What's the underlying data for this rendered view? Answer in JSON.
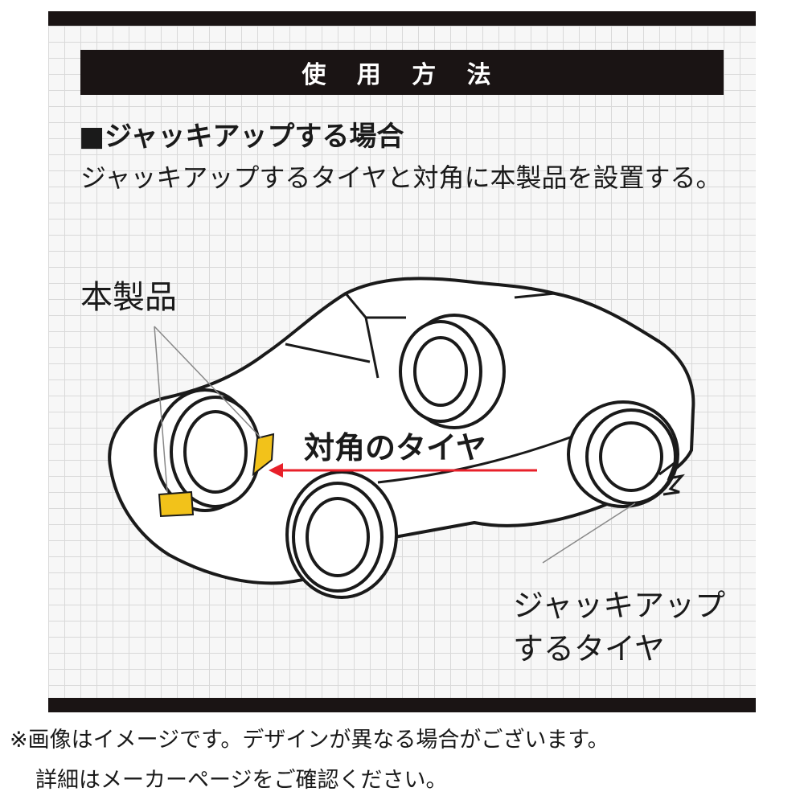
{
  "title": "使 用 方 法",
  "section": {
    "heading": "■ジャッキアップする場合",
    "description": "ジャッキアップするタイヤと対角に本製品を設置する。"
  },
  "diagram": {
    "product_label": "本製品",
    "diagonal_label": "対角のタイヤ",
    "jack_label_line1": "ジャッキアップ",
    "jack_label_line2": "するタイヤ",
    "colors": {
      "chock": "#f2c21a",
      "arrow": "#e8202a",
      "outline": "#1a1a1a"
    }
  },
  "footnote": {
    "line1": "※画像はイメージです。デザインが異なる場合がございます。",
    "line2": "詳細はメーカーページをご確認ください。"
  }
}
